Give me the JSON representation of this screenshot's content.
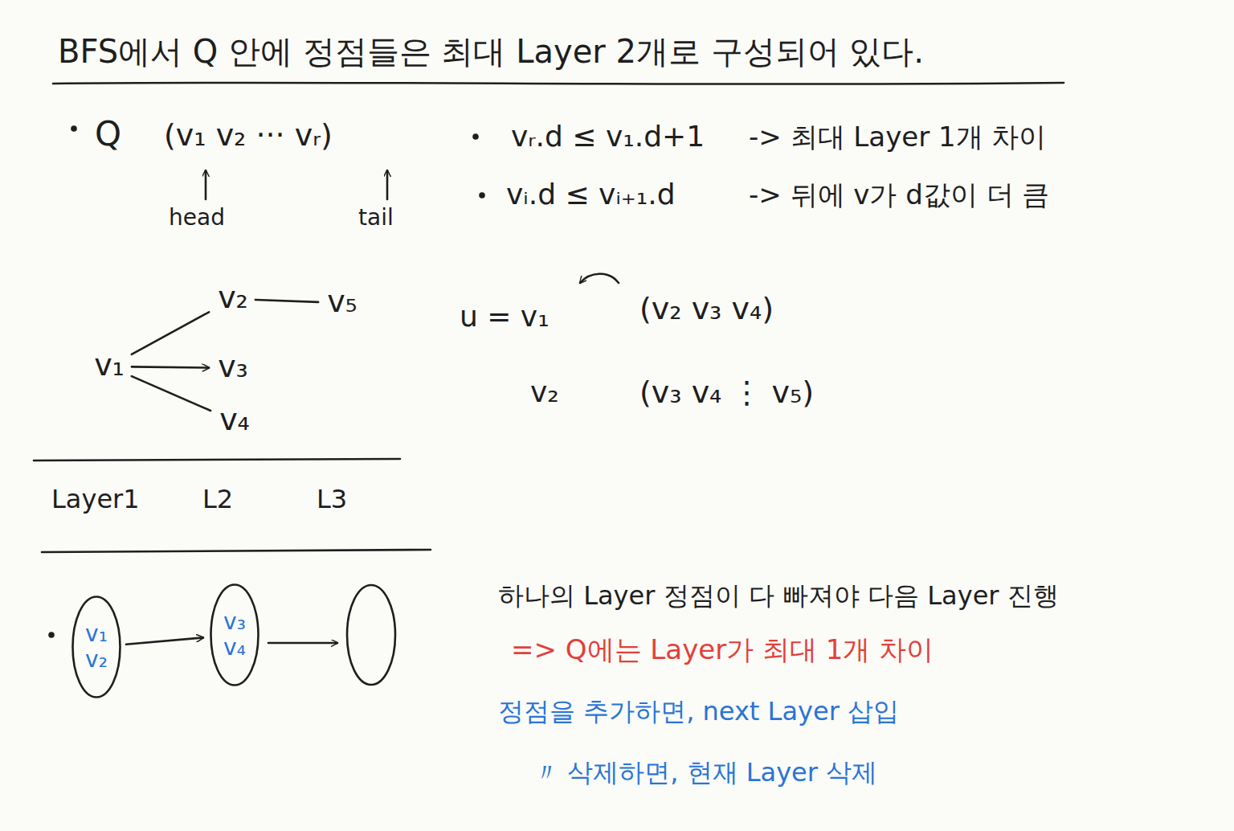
{
  "diagram": {
    "title": "BFS에서 Q 안에 정점들은 최대 Layer 2개로 구성되어 있다.",
    "nodes": [
      {
        "text": [
          "v₁"
        ]
      },
      {
        "text": [
          "v₂"
        ]
      },
      {
        "text": [
          "v₃"
        ]
      },
      {
        "text": [
          "v₄"
        ]
      },
      {
        "text": [
          "v₅"
        ]
      },
      {
        "text": [
          "v₁",
          "v₂"
        ]
      },
      {
        "text": [
          "v₃",
          "v₄"
        ]
      }
    ],
    "edges": [
      {
        "from": 0,
        "to": 1,
        "arrow": "none"
      },
      {
        "from": 0,
        "to": 2,
        "arrow": "to"
      },
      {
        "from": 0,
        "to": 3,
        "arrow": "none"
      },
      {
        "from": 1,
        "to": 4,
        "arrow": "none"
      },
      {
        "from": 5,
        "to": 6,
        "arrow": "to"
      }
    ],
    "labels": [
      "Q",
      "(v₁ v₂ ··· vᵣ)",
      "head",
      "tail",
      "vᵣ.d ≤ v₁.d+1",
      "-> 최대 Layer 1개 차이",
      "vᵢ.d ≤ vᵢ₊₁.d",
      "-> 뒤에 v가 d값이 더 큼",
      "u = v₁",
      "(v₂ v₃ v₄)",
      "v₂",
      "(v₃ v₄ ⋮ v₅)",
      "Layer1",
      "L2",
      "L3",
      "하나의 Layer 정점이 다 빠져야 다음 Layer 진행",
      "=> Q에는 Layer가 최대 1개 차이",
      "정점을 추가하면, next Layer 삽입",
      "〃 삭제하면, 현재 Layer 삭제"
    ]
  }
}
